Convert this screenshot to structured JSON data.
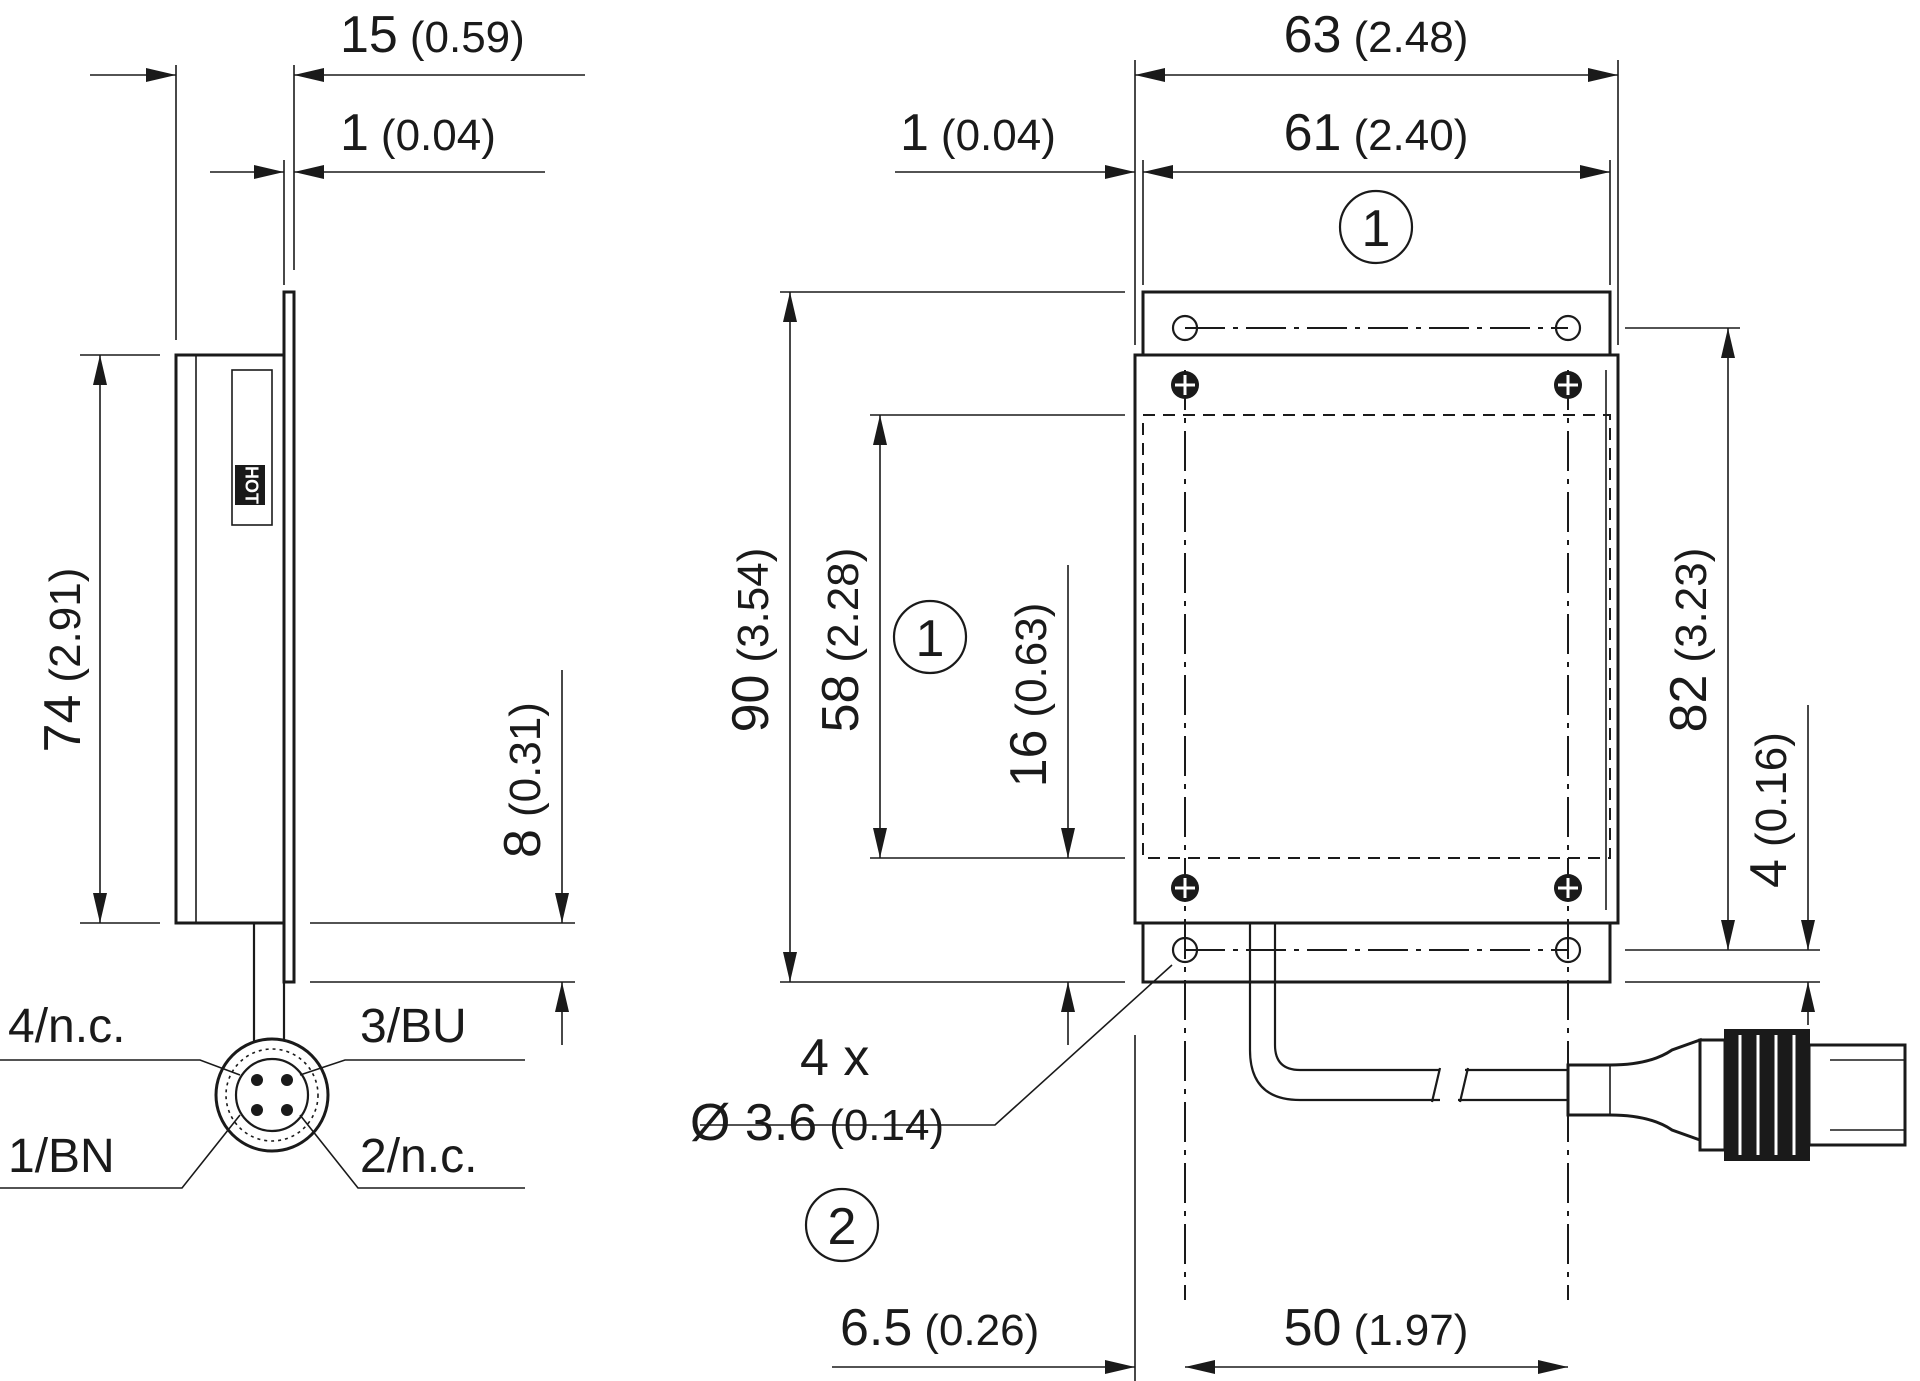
{
  "dimensions": {
    "side_width_total": "15",
    "side_width_total_in": "(0.59)",
    "side_plate_thickness": "1",
    "side_plate_thickness_in": "(0.04)",
    "side_height": "74",
    "side_height_in": "(2.91)",
    "side_cable_offset": "8",
    "side_cable_offset_in": "(0.31)",
    "front_width_total": "63",
    "front_width_total_in": "(2.48)",
    "front_plate_offset": "1",
    "front_plate_offset_in": "(0.04)",
    "front_width_inner": "61",
    "front_width_inner_in": "(2.40)",
    "front_height_total": "90",
    "front_height_total_in": "(3.54)",
    "front_field_height": "58",
    "front_field_height_in": "(2.28)",
    "front_field_offset": "16",
    "front_field_offset_in": "(0.63)",
    "front_hole_pitch_v": "82",
    "front_hole_pitch_v_in": "(3.23)",
    "front_hole_edge": "4",
    "front_hole_edge_in": "(0.16)",
    "front_hole_offset_x": "6.5",
    "front_hole_offset_x_in": "(0.26)",
    "front_hole_pitch_h": "50",
    "front_hole_pitch_h_in": "(1.97)",
    "holes_count": "4 x",
    "holes_diameter": "Ø 3.6",
    "holes_diameter_in": "(0.14)"
  },
  "pins": {
    "pin4": "4/n.c.",
    "pin3": "3/BU",
    "pin1": "1/BN",
    "pin2": "2/n.c."
  },
  "callouts": {
    "marker1": "1",
    "marker2": "2"
  },
  "logo_text": "HOT"
}
